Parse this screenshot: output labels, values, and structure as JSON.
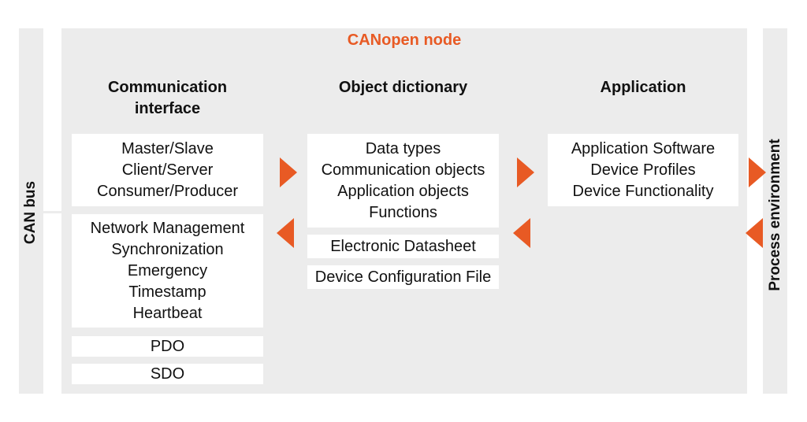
{
  "colors": {
    "accent": "#e85a24",
    "panel": "#ececec",
    "box": "#ffffff",
    "text": "#111111"
  },
  "diagram": {
    "title": "CANopen node",
    "left_bar_label": "CAN bus",
    "right_bar_label": "Process environment",
    "columns": {
      "communication": {
        "heading": "Communication\ninterface",
        "services_top": [
          "Master/Slave",
          "Client/Server",
          "Consumer/Producer"
        ],
        "services_bottom": [
          "Network Management",
          "Synchronization",
          "Emergency",
          "Timestamp",
          "Heartbeat"
        ],
        "pdo": "PDO",
        "sdo": "SDO"
      },
      "object_dictionary": {
        "heading": "Object dictionary",
        "entries": [
          "Data types",
          "Communication objects",
          "Application objects",
          "Functions"
        ],
        "electronic_datasheet": "Electronic Datasheet",
        "device_configuration_file": "Device Configuration File"
      },
      "application": {
        "heading": "Application",
        "entries": [
          "Application Software",
          "Device Profiles",
          "Device Functionality"
        ]
      }
    },
    "arrows": [
      {
        "name": "arrow-comm-to-od",
        "direction": "right"
      },
      {
        "name": "arrow-od-to-comm",
        "direction": "left"
      },
      {
        "name": "arrow-od-to-app",
        "direction": "right"
      },
      {
        "name": "arrow-app-to-od",
        "direction": "left"
      },
      {
        "name": "arrow-to-process",
        "direction": "right"
      },
      {
        "name": "arrow-from-process",
        "direction": "left"
      }
    ]
  }
}
